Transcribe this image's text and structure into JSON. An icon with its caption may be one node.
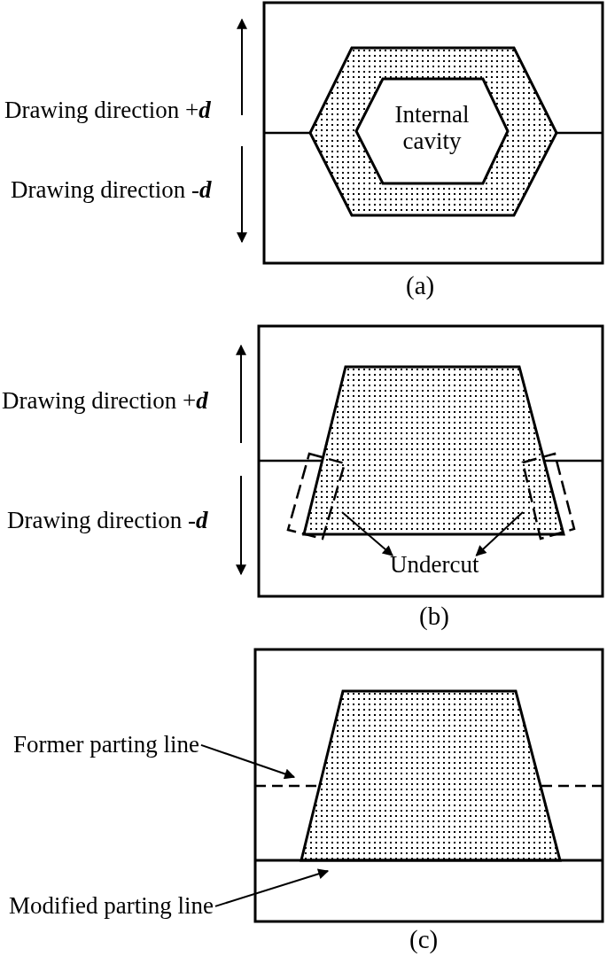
{
  "diagram": {
    "nodes": [
      {
        "text": [
          "Internal cavity"
        ]
      },
      {
        "text": [
          "Undercut"
        ]
      },
      {
        "text": [],
        "shape": "box"
      },
      {
        "text": [],
        "shape": "box"
      },
      {
        "text": [
          "Former parting line"
        ]
      },
      {
        "text": [
          "Modified parting line"
        ]
      }
    ],
    "edges": [
      {
        "from": 2,
        "to": 1,
        "arrow": "to"
      },
      {
        "from": 3,
        "to": 1,
        "arrow": "to"
      },
      {
        "from": 4,
        "to": null,
        "arrow": "to"
      },
      {
        "from": 5,
        "to": null,
        "arrow": "to"
      }
    ],
    "labels": [
      "Drawing direction +**d**",
      "Drawing direction -**d**",
      "(a)",
      "Drawing direction +**d**",
      "Drawing direction -**d**",
      "(b)",
      "(c)"
    ]
  }
}
